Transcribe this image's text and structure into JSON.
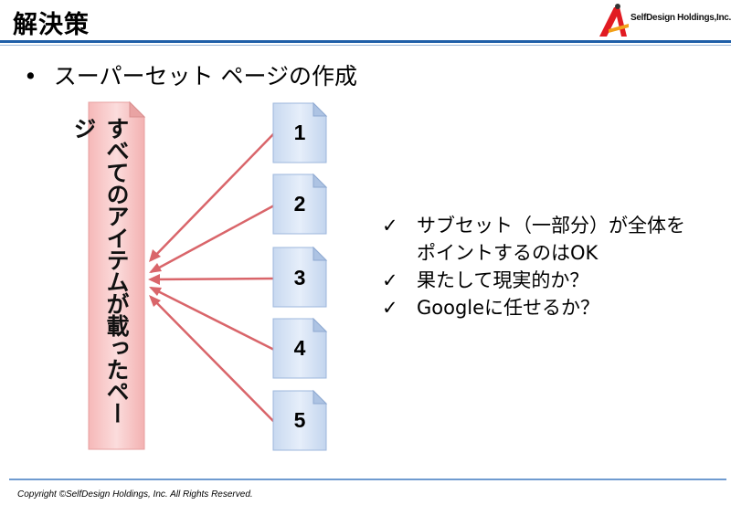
{
  "slide": {
    "title": "解決策",
    "logo_text": "SelfDesign Holdings,Inc.",
    "bullet_marker": "•",
    "bullet": "スーパーセット ページの作成",
    "superset_page_label": "すべてのアイテムが載ったページ",
    "subset_pages": [
      "1",
      "2",
      "3",
      "4",
      "5"
    ],
    "checkmark": "✓",
    "checklist": [
      "サブセット（一部分）が全体を",
      "ポイントするのはOK",
      "果たして現実的か？",
      "Googleに任せるか？"
    ],
    "copyright": "Copyright ©SelfDesign Holdings, Inc. All Rights Reserved."
  },
  "colors": {
    "rule_blue": "#1f5fa8",
    "superset_fill": "#f8c8c8",
    "doc_fill": "#d7e4f5",
    "arrow": "#d9656a",
    "logo_red": "#e11b22"
  }
}
